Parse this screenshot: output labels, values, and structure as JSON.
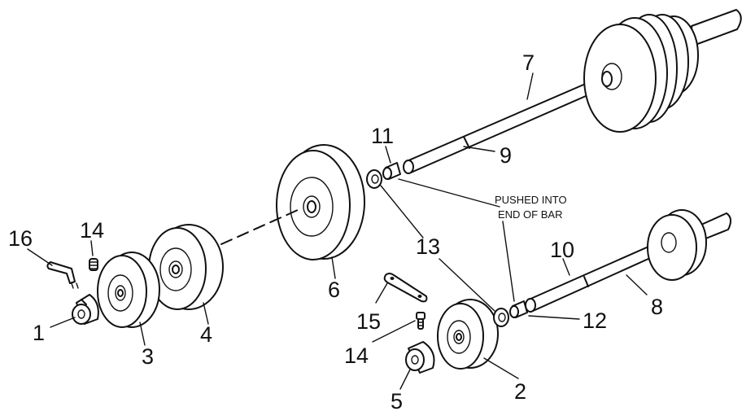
{
  "labels": {
    "n1": "1",
    "n2": "2",
    "n3": "3",
    "n4": "4",
    "n5": "5",
    "n6": "6",
    "n7": "7",
    "n8": "8",
    "n9": "9",
    "n10": "10",
    "n11": "11",
    "n12": "12",
    "n13": "13",
    "n14a": "14",
    "n14b": "14",
    "n15": "15",
    "n16": "16"
  },
  "note": {
    "line1": "PUSHED INTO",
    "line2": "END OF BAR"
  }
}
